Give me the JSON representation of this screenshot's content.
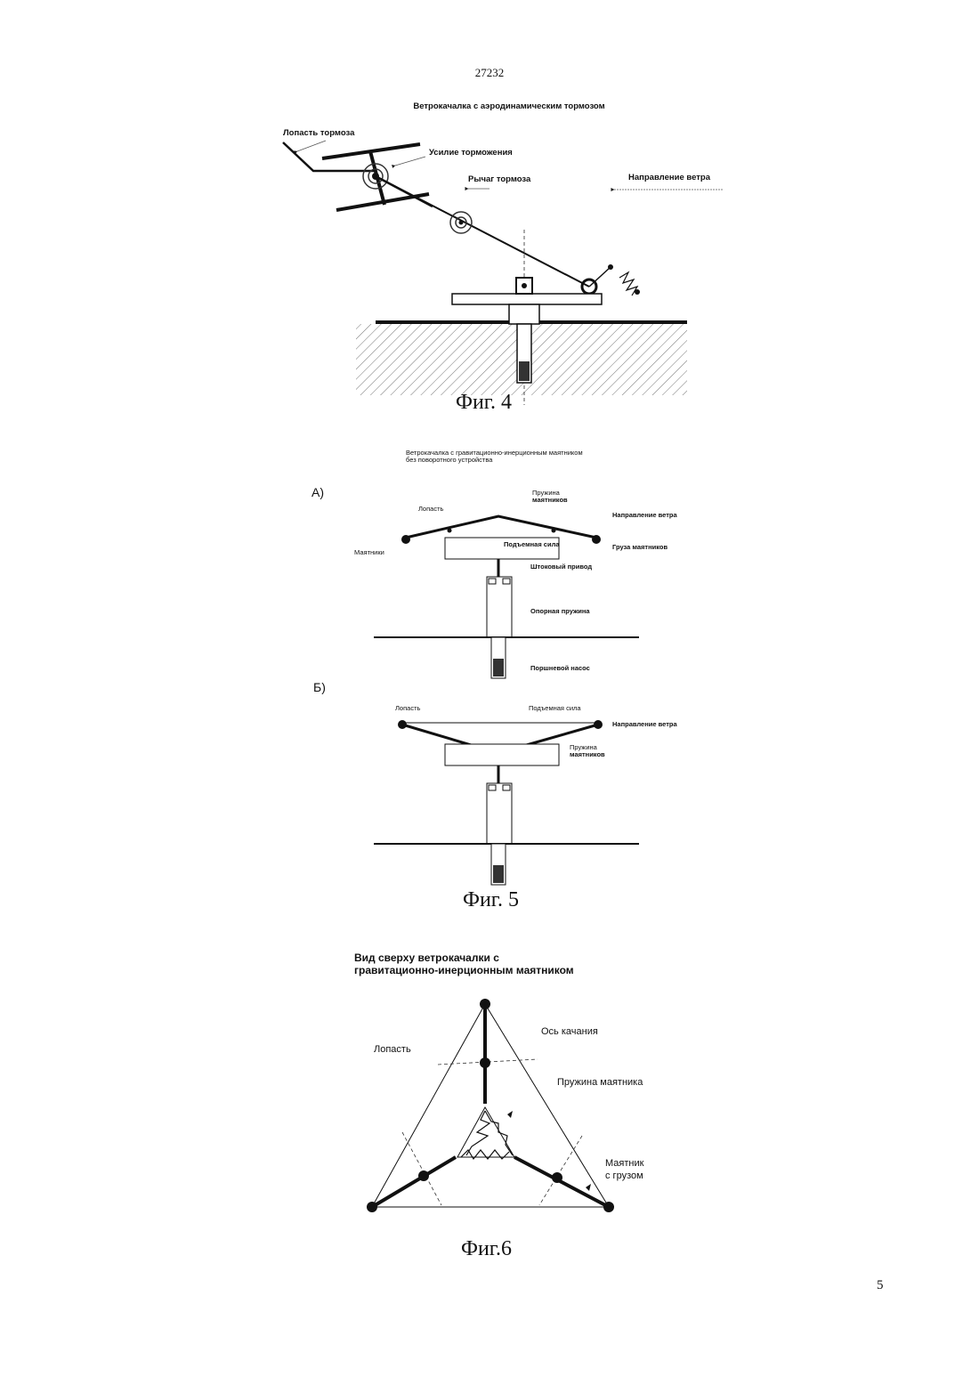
{
  "header": {
    "patent_number": "27232"
  },
  "page": {
    "number": "5"
  },
  "fig4": {
    "title": "Ветрокачалка с аэродинамическим тормозом",
    "labels": {
      "brake_blade": "Лопасть тормоза",
      "braking_force": "Усилие торможения",
      "brake_lever": "Рычаг тормоза",
      "wind_direction": "Направление ветра"
    },
    "caption": "Фиг. 4"
  },
  "fig5": {
    "title_line1": "Ветрокачалка с гравитационно-инерционным маятником",
    "title_line2": "без поворотного устройства",
    "panel_a": "А)",
    "panel_b": "Б)",
    "labels_a": {
      "pendulum_spring_1": "Пружина",
      "pendulum_spring_2": "маятников",
      "blade": "Лопасть",
      "wind_direction": "Направление ветра",
      "lift_force": "Подъемная сила",
      "pendulum_weights": "Груза маятников",
      "pendulums": "Маятники",
      "rod_drive": "Штоковый привод",
      "support_spring": "Опорная пружина",
      "piston_pump": "Поршневой насос"
    },
    "labels_b": {
      "blade": "Лопасть",
      "lift_force": "Подъемная сила",
      "wind_direction": "Направление ветра",
      "pendulum_spring_1": "Пружина",
      "pendulum_spring_2": "маятников"
    },
    "caption": "Фиг. 5"
  },
  "fig6": {
    "title_line1": "Вид сверху ветрокачалки с",
    "title_line2": "гравитационно-инерционным маятником",
    "labels": {
      "swing_axis": "Ось качания",
      "blade": "Лопасть",
      "pendulum_spring": "Пружина маятника",
      "pendulum_weight_1": "Маятник",
      "pendulum_weight_2": "с грузом"
    },
    "caption": "Фиг.6"
  }
}
